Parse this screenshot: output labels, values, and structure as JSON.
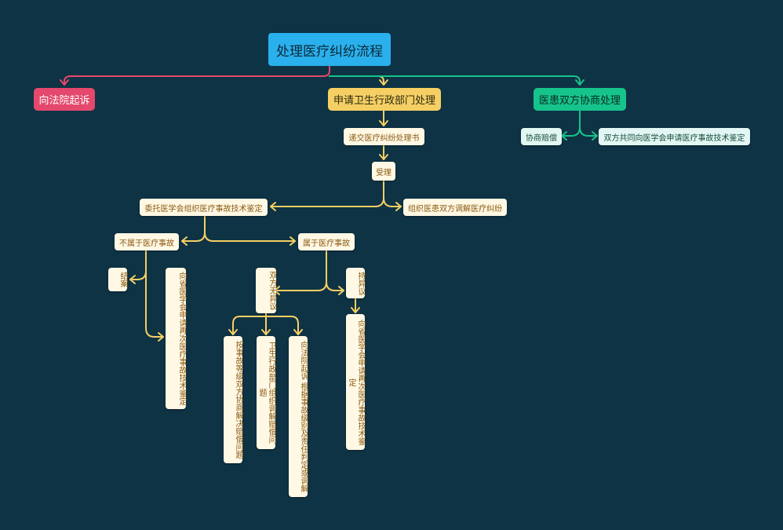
{
  "nodes": {
    "root": "处理医疗纠纷流程",
    "court": "向法院起诉",
    "health_dept": "申请卫生行政部门处理",
    "negotiate": "医患双方协商处理",
    "submit": "递交医疗纠纷处理书",
    "accept": "受理",
    "entrust": "委托医学会组织医疗事故技术鉴定",
    "mediate": "组织医患双方调解医疗纠纷",
    "not_accident": "不属于医疗事故",
    "is_accident": "属于医疗事故",
    "close_case": "结案",
    "reapply_left": "向省医学会申请再次医疗事故技术鉴定",
    "no_objection": "双方无异议",
    "has_objection": "持异议",
    "by_level": "按事故等级双方协商解决赔偿问题",
    "admin_mediate": "卫生行政部门组织调解赔偿问题",
    "sue_court": "向法院起诉 根据事故级别及责任判定或调解",
    "reapply_right": "向省医学会申请再次医疗事故技术鉴定",
    "compensate": "协商赔偿",
    "joint_apply": "双方共同向医学会申请医疗事故技术鉴定"
  },
  "colors": {
    "background": "#0e3344",
    "root": "#2ab0ec",
    "red_branch": "#e4486c",
    "yellow_branch": "#f6cf64",
    "green_branch": "#16c38b",
    "yellow_node": "#fff8e4",
    "green_node": "#e2f7f3"
  }
}
